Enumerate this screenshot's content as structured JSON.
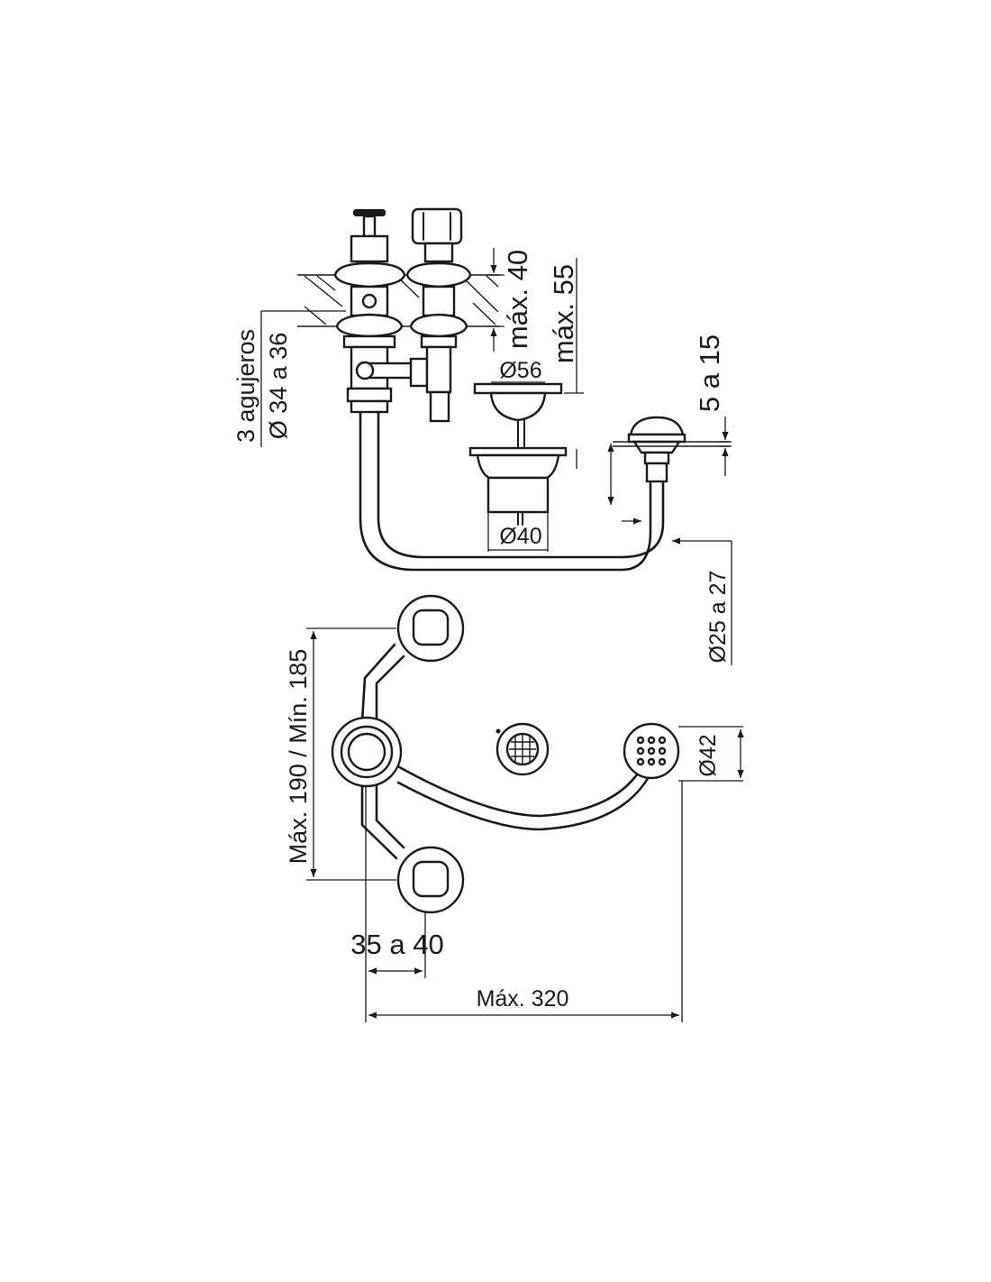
{
  "diagram": {
    "labels": {
      "holes_count": "3 agujeros",
      "holes_diameter": "Ø 34 a 36",
      "max_40": "máx. 40",
      "max_55": "máx. 55",
      "diam_56": "Ø56",
      "diam_40": "Ø40",
      "range_5_15": "5 a 15",
      "diam_25_27": "Ø25 a 27",
      "max_190_min_185": "Máx. 190 / Mín. 185",
      "diam_42": "Ø42",
      "range_35_40": "35 a 40",
      "max_320": "Máx. 320"
    }
  }
}
